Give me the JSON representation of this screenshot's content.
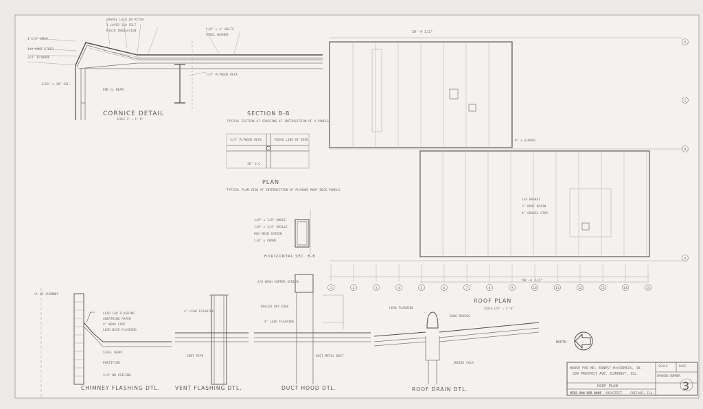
{
  "titles": {
    "cornice": "CORNICE DETAIL",
    "section": "SECTION B-B",
    "plan": "PLAN",
    "horizontal": "HORIZONTAL SEC. B-B",
    "roof_plan": "ROOF PLAN",
    "chimney": "CHIMNEY FLASHING DTL.",
    "vent": "VENT FLASHING DTL.",
    "duct": "DUCT HOOD DTL.",
    "drain": "ROOF DRAIN DTL."
  },
  "notes": {
    "section_desc": "TYPICAL SECTION AT CROSSING AT INTERSECTION OF 4 PANELS.",
    "plan_desc": "TYPICAL PLAN VIEW AT INTERSECTION OF PLYWOOD ROOF DECK PANELS.",
    "north": "NORTH"
  },
  "grid_numbers": [
    "1",
    "2",
    "3",
    "4",
    "5",
    "6",
    "7",
    "8",
    "9",
    "10",
    "11",
    "12",
    "13",
    "14",
    "15"
  ],
  "grid_letters": [
    "D",
    "C",
    "B",
    "A"
  ],
  "dimensions": {
    "top_span": "29'-4 1/2\"",
    "bottom_span": "34'-4 1/2\""
  },
  "title_block": {
    "project": "HOUSE FOR MR. ERNEST McCORMICK, JR.",
    "address": "299 PROSPECT AVE.   ELMHURST, ILL.",
    "sheet_title": "ROOF PLAN",
    "architect_name": "MIES VAN DER ROHE",
    "architect_label": "ARCHITECT",
    "city": "CHICAGO, ILL.",
    "scale_label": "SCALE",
    "date_label": "DATE",
    "drawing_number_label": "DRAWING NUMBER",
    "sheet_number": "3"
  }
}
